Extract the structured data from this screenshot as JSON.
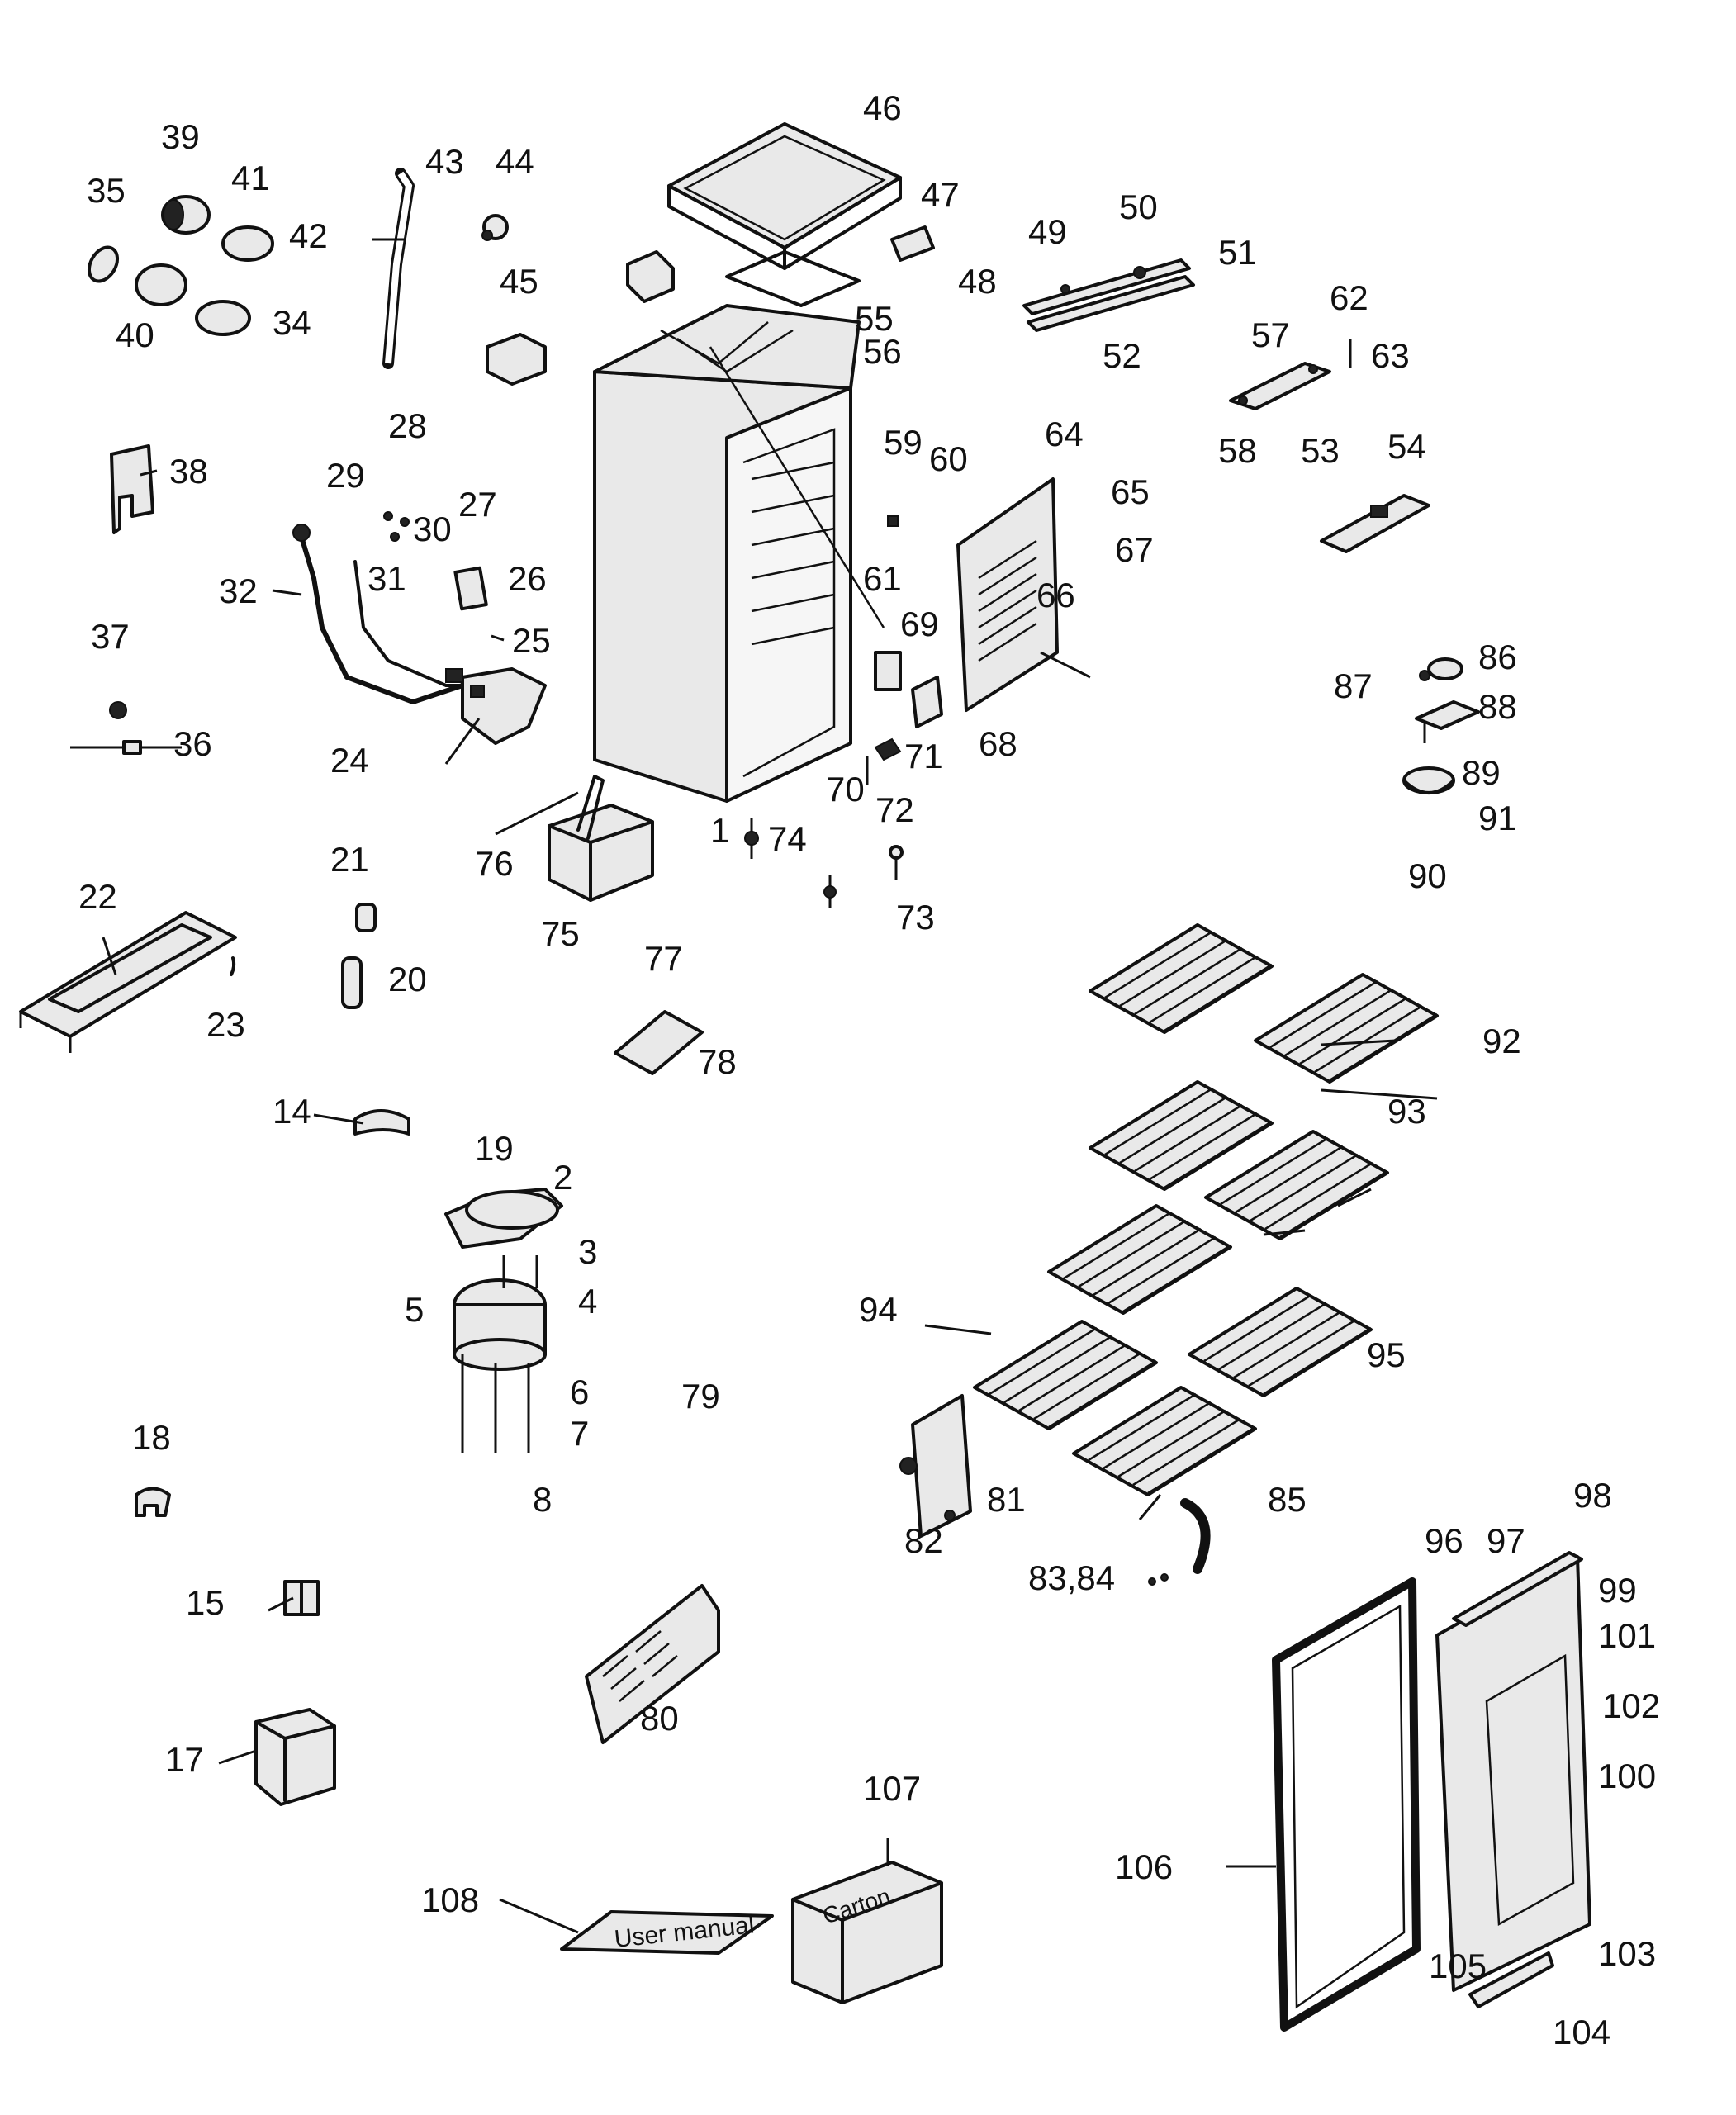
{
  "diagram": {
    "type": "exploded-parts-diagram",
    "labels": [
      "1",
      "2",
      "3",
      "4",
      "5",
      "6",
      "7",
      "8",
      "14",
      "15",
      "17",
      "18",
      "19",
      "20",
      "21",
      "22",
      "23",
      "24",
      "25",
      "26",
      "27",
      "28",
      "29",
      "30",
      "31",
      "32",
      "34",
      "35",
      "36",
      "37",
      "38",
      "39",
      "40",
      "41",
      "42",
      "43",
      "44",
      "45",
      "46",
      "47",
      "48",
      "49",
      "50",
      "51",
      "52",
      "53",
      "54",
      "55",
      "56",
      "57",
      "58",
      "59",
      "60",
      "61",
      "62",
      "63",
      "64",
      "65",
      "66",
      "67",
      "68",
      "69",
      "70",
      "71",
      "72",
      "73",
      "74",
      "75",
      "76",
      "77",
      "78",
      "79",
      "80",
      "81",
      "82",
      "83,84",
      "85",
      "86",
      "87",
      "88",
      "89",
      "90",
      "91",
      "92",
      "93",
      "94",
      "95",
      "96",
      "97",
      "98",
      "99",
      "100",
      "101",
      "102",
      "103",
      "104",
      "105",
      "106",
      "107",
      "108"
    ],
    "box_texts": {
      "carton": "Carton",
      "user_manual": "User manual"
    }
  }
}
